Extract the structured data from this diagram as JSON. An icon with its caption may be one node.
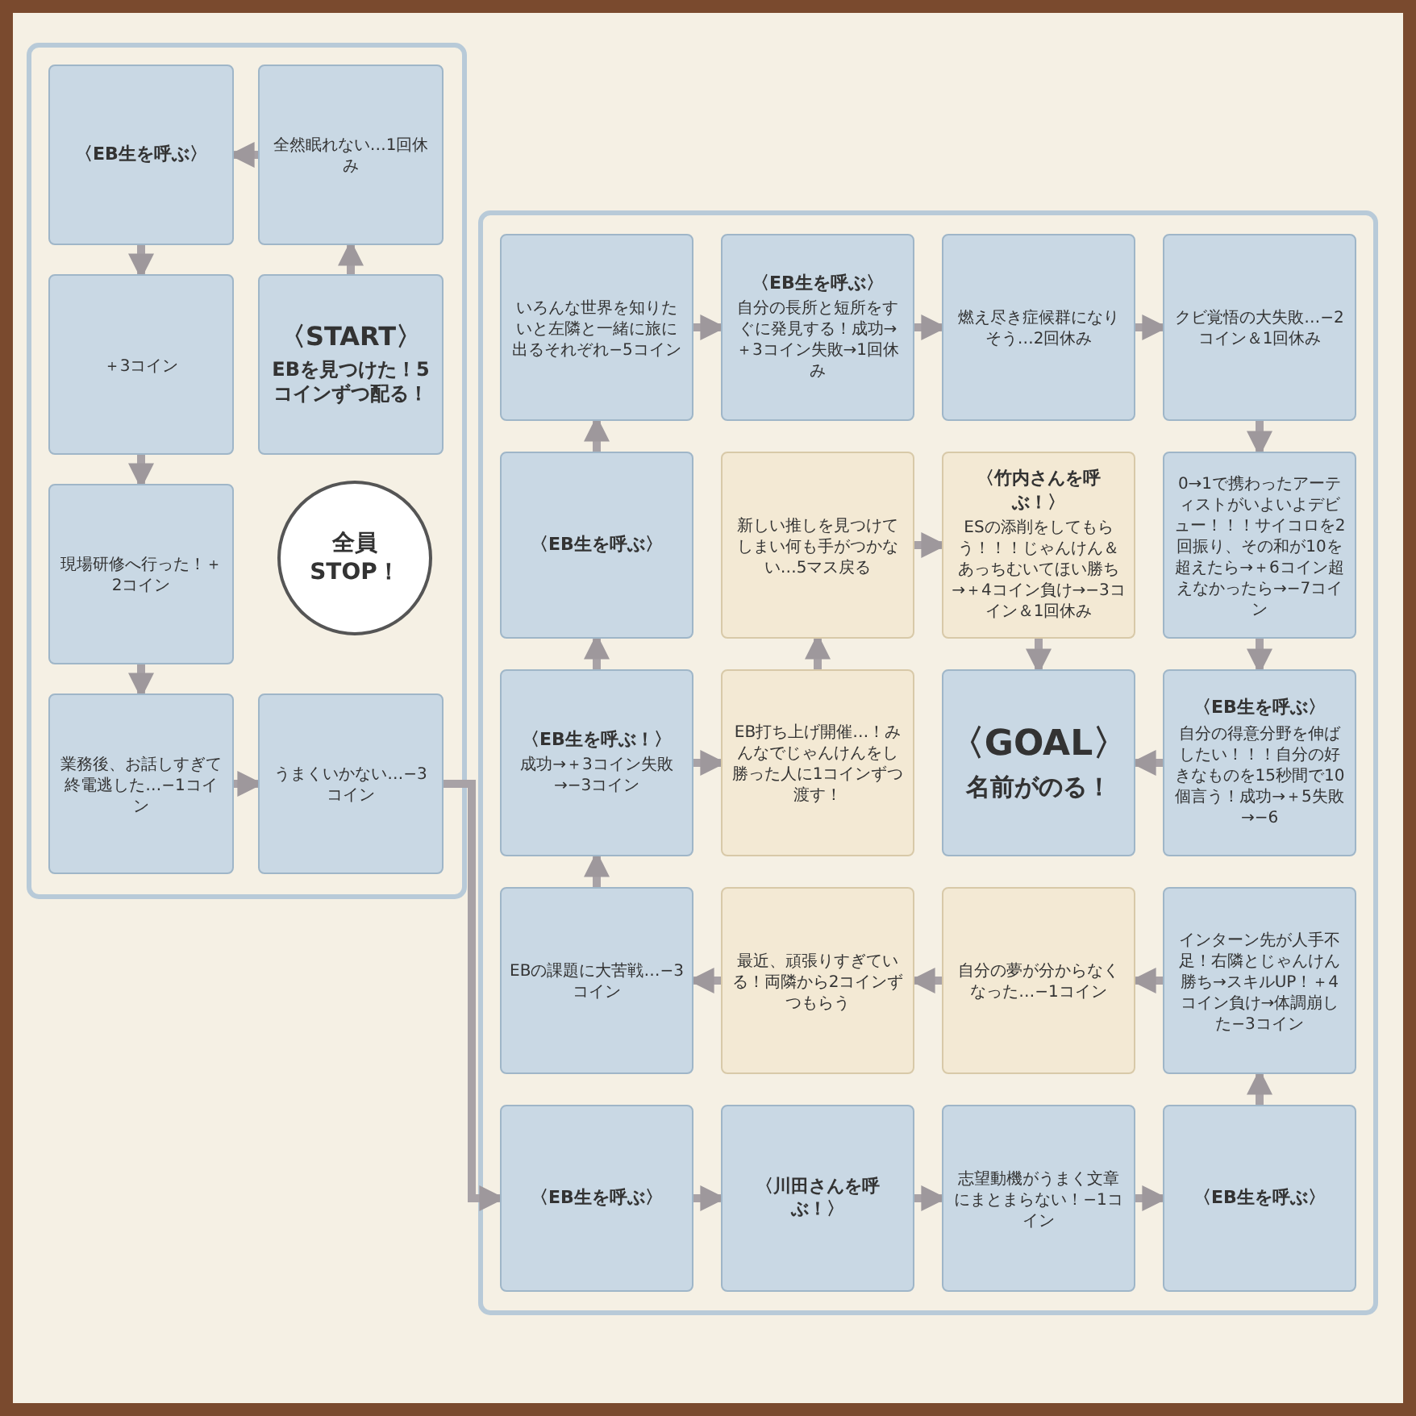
{
  "diagram": {
    "nodes": [
      {
        "text": [
          "〈START〉",
          "EBを見つけた！5コインずつ配る！"
        ]
      },
      {
        "text": [
          "全然眠れない…1回休み"
        ]
      },
      {
        "text": [
          "〈EB生を呼ぶ〉"
        ]
      },
      {
        "text": [
          "＋3コイン"
        ]
      },
      {
        "text": [
          "現場研修へ行った！＋2コイン"
        ]
      },
      {
        "text": [
          "業務後、お話しすぎて終電逃した…−1コイン"
        ]
      },
      {
        "text": [
          "うまくいかない…−3コイン"
        ]
      },
      {
        "text": [
          "いろんな世界を知りたいと左隣と一緒に旅に出るそれぞれ−5コイン"
        ]
      },
      {
        "text": [
          "〈EB生を呼ぶ〉",
          "自分の長所と短所をすぐに発見する！成功→＋3コイン失敗→1回休み"
        ]
      },
      {
        "text": [
          "燃え尽き症候群になりそう…2回休み"
        ]
      },
      {
        "text": [
          "クビ覚悟の大失敗…−2コイン＆1回休み"
        ]
      },
      {
        "text": [
          "0→1で携わったアーティストがいよいよデビュー！！！サイコロを2回振り、その和が10を超えたら→＋6コイン超えなかったら→−7コイン"
        ]
      },
      {
        "text": [
          "〈EB生を呼ぶ〉",
          "自分の得意分野を伸ばしたい！！！自分の好きなものを15秒間で10個言う！成功→＋5失敗→−6"
        ]
      },
      {
        "text": [
          "〈GOAL〉",
          "名前がのる！"
        ]
      },
      {
        "text": [
          "インターン先が人手不足！右隣とじゃんけん勝ち→スキルUP！＋4コイン負け→体調崩した−3コイン"
        ]
      },
      {
        "text": [
          "〈EB生を呼ぶ〉"
        ]
      },
      {
        "text": [
          "志望動機がうまく文章にまとまらない！−1コイン"
        ]
      },
      {
        "text": [
          "〈川田さんを呼ぶ！〉"
        ]
      },
      {
        "text": [
          "〈EB生を呼ぶ〉"
        ]
      },
      {
        "text": [
          "EBの課題に大苦戦…−3コイン"
        ]
      },
      {
        "text": [
          "〈EB生を呼ぶ！〉",
          "成功→＋3コイン失敗→−3コイン"
        ]
      },
      {
        "text": [
          "EB打ち上げ開催…！みんなでじゃんけんをし勝った人に1コインずつ渡す！"
        ]
      },
      {
        "text": [
          "〈竹内さんを呼ぶ！〉",
          "ESの添削をしてもらう！！！じゃんけん＆あっちむいてほい勝ち→＋4コイン負け→−3コイン＆1回休み"
        ]
      },
      {
        "text": [
          "新しい推しを見つけてしまい何も手がつかない…5マス戻る"
        ]
      },
      {
        "text": [
          "最近、頑張りすぎている！両隣から2コインずつもらう"
        ]
      },
      {
        "text": [
          "自分の夢が分からなくなった…−1コイン"
        ]
      },
      {
        "text": [
          "〈EB生を呼ぶ〉"
        ]
      }
    ],
    "edges": [
      {
        "from": 0,
        "to": 1,
        "arrow": "to"
      },
      {
        "from": 1,
        "to": 2,
        "arrow": "to"
      },
      {
        "from": 2,
        "to": 3,
        "arrow": "to"
      },
      {
        "from": 3,
        "to": 4,
        "arrow": "to"
      },
      {
        "from": 4,
        "to": 5,
        "arrow": "to"
      },
      {
        "from": 5,
        "to": 6,
        "arrow": "to"
      },
      {
        "from": 6,
        "to": 18,
        "arrow": "to"
      },
      {
        "from": 18,
        "to": 17,
        "arrow": "to"
      },
      {
        "from": 17,
        "to": 16,
        "arrow": "to"
      },
      {
        "from": 16,
        "to": 15,
        "arrow": "to"
      },
      {
        "from": 15,
        "to": 14,
        "arrow": "to"
      },
      {
        "from": 14,
        "to": 25,
        "arrow": "to"
      },
      {
        "from": 25,
        "to": 24,
        "arrow": "to"
      },
      {
        "from": 24,
        "to": 19,
        "arrow": "to"
      },
      {
        "from": 19,
        "to": 20,
        "arrow": "to"
      },
      {
        "from": 20,
        "to": 26,
        "arrow": "to"
      },
      {
        "from": 26,
        "to": 7,
        "arrow": "to"
      },
      {
        "from": 7,
        "to": 8,
        "arrow": "to"
      },
      {
        "from": 8,
        "to": 9,
        "arrow": "to"
      },
      {
        "from": 9,
        "to": 10,
        "arrow": "to"
      },
      {
        "from": 10,
        "to": 11,
        "arrow": "to"
      },
      {
        "from": 11,
        "to": 12,
        "arrow": "to"
      },
      {
        "from": 12,
        "to": 13,
        "arrow": "to"
      },
      {
        "from": 20,
        "to": 21,
        "arrow": "to"
      },
      {
        "from": 21,
        "to": 23,
        "arrow": "to"
      },
      {
        "from": 23,
        "to": 22,
        "arrow": "to"
      },
      {
        "from": 22,
        "to": 13,
        "arrow": "to"
      }
    ],
    "labels": [
      "全員STOP！"
    ]
  }
}
